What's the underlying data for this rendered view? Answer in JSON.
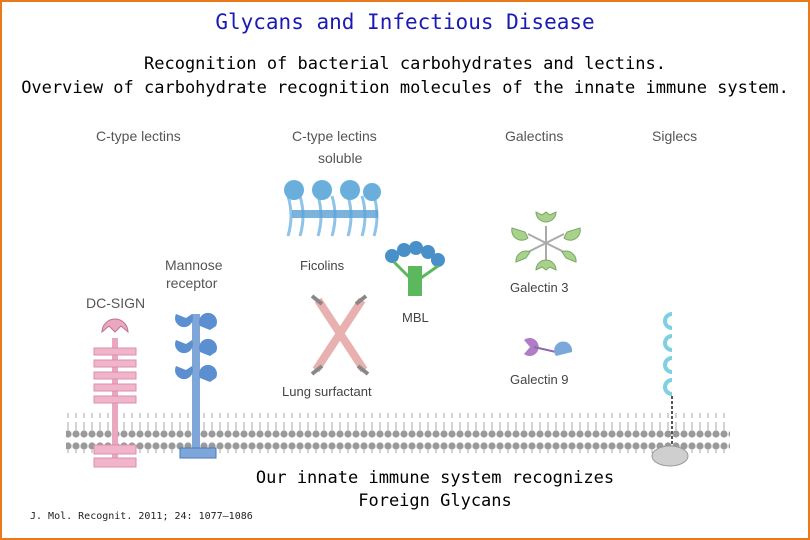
{
  "title": "Glycans and Infectious Disease",
  "subtitle_line1": "Recognition of bacterial carbohydrates and lectins.",
  "subtitle_line2": "Overview of carbohydrate recognition molecules of the innate immune system.",
  "columns": {
    "c_type": "C-type lectins",
    "c_type_soluble_1": "C-type lectins",
    "c_type_soluble_2": "soluble",
    "galectins": "Galectins",
    "siglecs": "Siglecs"
  },
  "molecules": {
    "dc_sign": "DC-SIGN",
    "mannose_1": "Mannose",
    "mannose_2": "receptor",
    "ficolins": "Ficolins",
    "mbl": "MBL",
    "lung_surfactant": "Lung surfactant",
    "galectin3": "Galectin 3",
    "galectin9": "Galectin 9"
  },
  "caption_line1": "Our innate immune system recognizes",
  "caption_line2": "Foreign Glycans",
  "citation": "J. Mol. Recognit. 2011; 24: 1077–1086"
}
